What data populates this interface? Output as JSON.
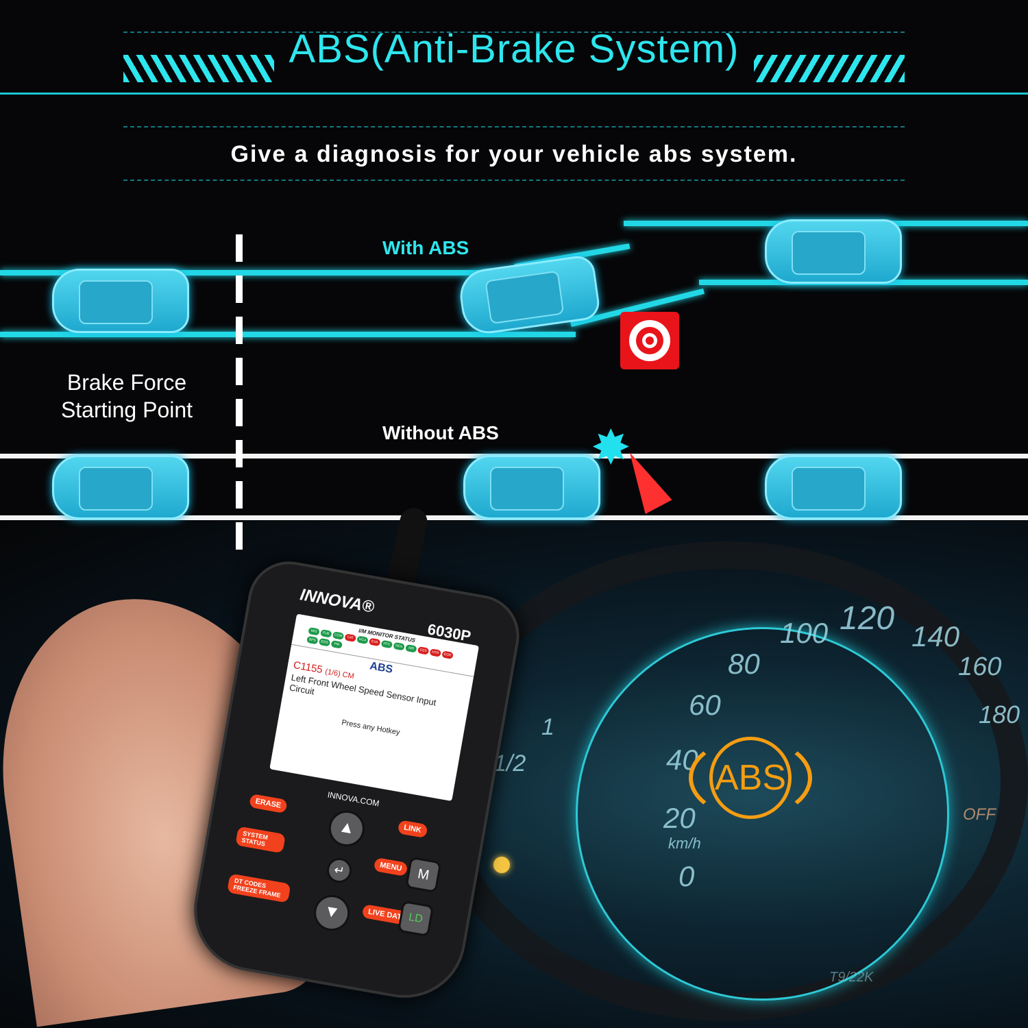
{
  "header": {
    "title": "ABS(Anti-Brake System)",
    "subtitle": "Give a diagnosis for your vehicle abs system."
  },
  "diagram": {
    "with_abs": "With ABS",
    "without_abs": "Without ABS",
    "brake_point": [
      "Brake Force",
      "Starting Point"
    ]
  },
  "colors": {
    "accent": "#2ee6ee",
    "road_abs": "#23d8e6",
    "road_no_abs": "#f4f4f4",
    "target": "#e8141a",
    "abs_warning": "#f59d12",
    "device_keys": "#f2421d"
  },
  "icons": [
    "target-icon",
    "traffic-cone-icon",
    "collision-burst-icon",
    "car-icon",
    "abs-warning-icon"
  ],
  "gauge": {
    "speeds": [
      "0",
      "20",
      "40",
      "60",
      "80",
      "100",
      "120",
      "140",
      "160",
      "180"
    ],
    "unit": "km/h",
    "fuel": [
      "1/2",
      "1"
    ],
    "off": "OFF",
    "abs_label": "ABS",
    "serial": "T9/22K"
  },
  "device": {
    "brand": "INNOVA®",
    "model": "6030P",
    "website": "INNOVA.COM",
    "screen": {
      "header": "I/M MONITOR STATUS",
      "monitors": [
        {
          "label": "MIS",
          "status": "ok"
        },
        {
          "label": "FUE",
          "status": "ok"
        },
        {
          "label": "CCM",
          "status": "ok"
        },
        {
          "label": "CAT",
          "status": "fail"
        },
        {
          "label": "HCA",
          "status": "ok"
        },
        {
          "label": "EVA",
          "status": "fail"
        },
        {
          "label": "HTC",
          "status": "ok"
        },
        {
          "label": "NOx",
          "status": "ok"
        },
        {
          "label": "AIR",
          "status": "ok"
        },
        {
          "label": "O2S",
          "status": "fail"
        },
        {
          "label": "HTR",
          "status": "fail"
        },
        {
          "label": "EGR",
          "status": "fail"
        },
        {
          "label": "BPS",
          "status": "ok"
        },
        {
          "label": "EGS",
          "status": "ok"
        },
        {
          "label": "PM",
          "status": "ok"
        }
      ],
      "system": "ABS",
      "code": "C1155",
      "code_detail": "(1/6) CM",
      "description": "Left Front Wheel Speed Sensor Input Circuit",
      "prompt": "Press any Hotkey"
    },
    "keys": {
      "erase": "ERASE",
      "system_status": "SYSTEM STATUS",
      "dtc": "DT CODES FREEZE FRAME",
      "link": "LINK",
      "menu": "MENU",
      "menu_key": "M",
      "live_data": "LIVE DATA",
      "ld_key": "LD"
    }
  }
}
